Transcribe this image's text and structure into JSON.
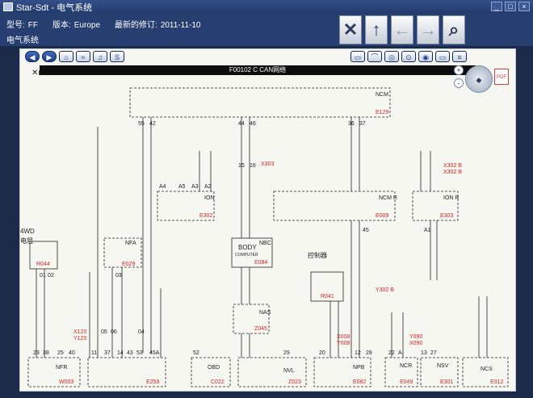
{
  "window": {
    "title": "Star-Sdt - 电气系统",
    "buttons": [
      "_",
      "□",
      "×"
    ]
  },
  "info": {
    "model_label": "型号:",
    "model_value": "FF",
    "version_label": "版本:",
    "version_value": "Europe",
    "revision_label": "最新的修订:",
    "revision_value": "2011-11-10",
    "section": "电气系统"
  },
  "big_buttons": [
    {
      "name": "close",
      "glyph": "✕"
    },
    {
      "name": "up",
      "glyph": "↑"
    },
    {
      "name": "back",
      "glyph": "←"
    },
    {
      "name": "forward",
      "glyph": "→"
    },
    {
      "name": "search",
      "glyph": "⌕"
    }
  ],
  "toolbar": {
    "left": [
      "◀",
      "▶",
      "⌂",
      "≈",
      "♫",
      "S"
    ],
    "right": [
      "▭",
      "⌒",
      "◎",
      "⊙",
      "◉",
      "▭",
      "≡"
    ]
  },
  "diagram": {
    "title": "F00102  C CAN网络",
    "pdf_label": "PDF",
    "nav_label": "◆",
    "zoom_in": "+",
    "zoom_out": "-",
    "conn_icon": "✕ɴ",
    "modules": [
      {
        "id": "NCM",
        "code": "E129"
      },
      {
        "id": "ION",
        "code": "E302"
      },
      {
        "id": "NCM R",
        "code": "E009"
      },
      {
        "id": "ION R",
        "code": "E303"
      },
      {
        "id": "BODY",
        "code": "E084",
        "sub": "COMPUTER",
        "tag": "NBC"
      },
      {
        "id": "NFA",
        "code": "E029"
      },
      {
        "id": "R044",
        "code": "R044"
      },
      {
        "id": "NAS",
        "code": "Z045"
      },
      {
        "id": "R041",
        "code": "R041"
      },
      {
        "id": "NFR",
        "code": "W003"
      },
      {
        "id": "E259",
        "code": "E259"
      },
      {
        "id": "OBD",
        "code": "C022"
      },
      {
        "id": "NVL",
        "code": "Z023"
      },
      {
        "id": "NPB",
        "code": "E082"
      },
      {
        "id": "NCR",
        "code": "E049"
      },
      {
        "id": "NSV",
        "code": "E301"
      },
      {
        "id": "NCS",
        "code": "E312"
      }
    ],
    "wire_labels": [
      "X303",
      "X302 B",
      "X302 B",
      "Y302 B",
      "X008",
      "Y008",
      "X120",
      "Y120",
      "Y090",
      "X090"
    ],
    "pin_labels": [
      "55",
      "42",
      "44",
      "46",
      "36",
      "37",
      "15",
      "16",
      "A4",
      "A5",
      "A3",
      "A2",
      "A1",
      "45",
      "01",
      "02",
      "03",
      "05",
      "04",
      "06",
      "23",
      "38",
      "25",
      "40",
      "11",
      "37",
      "14",
      "43",
      "53",
      "45A",
      "52",
      "29",
      "20",
      "12",
      "28",
      "22",
      "A",
      "13",
      "27"
    ],
    "annotations": [
      "4WD",
      "电阻",
      "控制器"
    ]
  }
}
